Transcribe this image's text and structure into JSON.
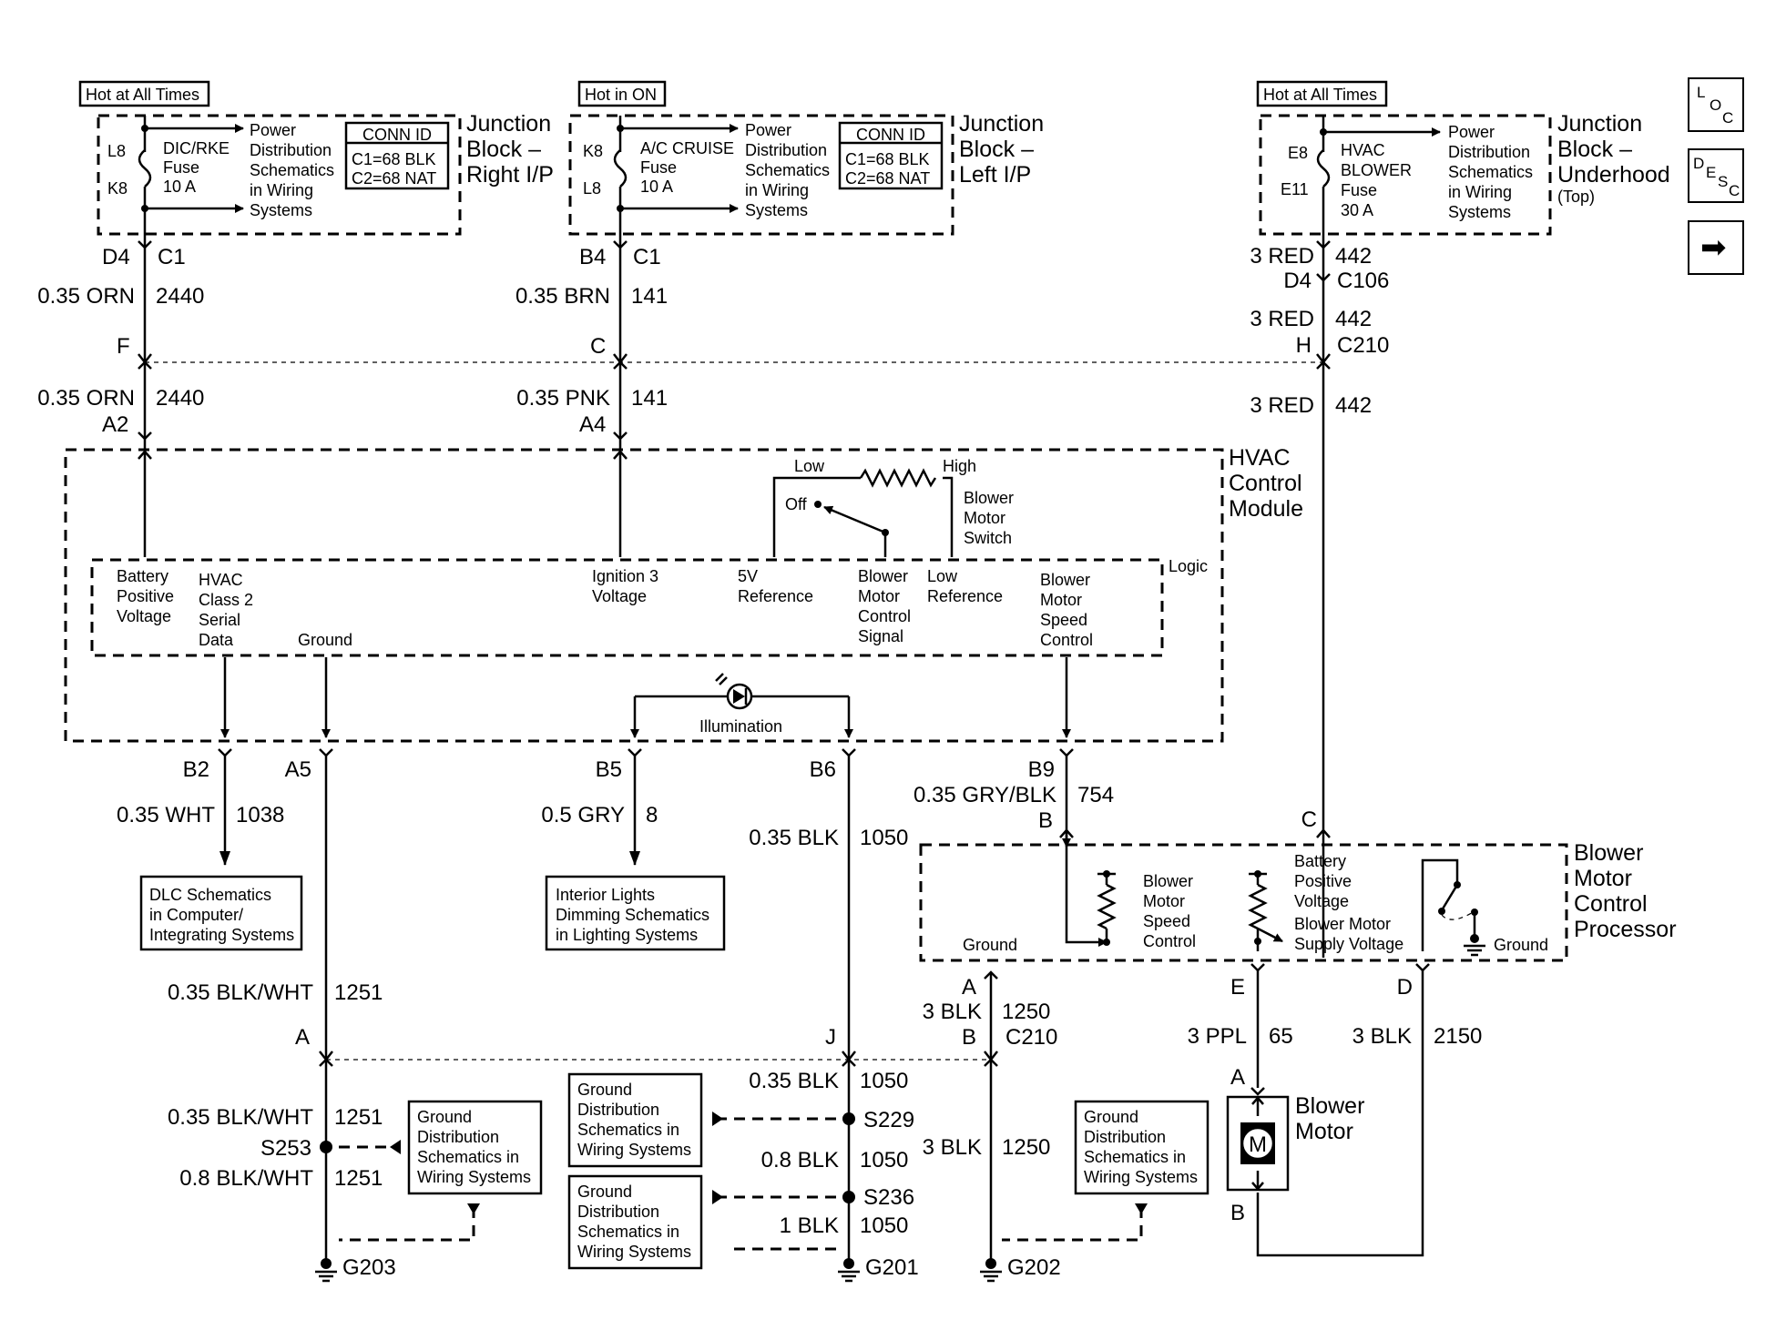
{
  "nav": {
    "loc": [
      "L",
      "O",
      "C"
    ],
    "desc": [
      "D",
      "E",
      "S",
      "C"
    ],
    "arrow": "➡"
  },
  "hot": {
    "left": "Hot at All Times",
    "mid": "Hot in ON",
    "right": "Hot at All Times"
  },
  "jb1": {
    "title": [
      "Junction",
      "Block –",
      "Right I/P"
    ],
    "pin_top": "L8",
    "pin_bot": "K8",
    "fuse": [
      "DIC/RKE",
      "Fuse",
      "10 A"
    ],
    "pds": [
      "Power",
      "Distribution",
      "Schematics",
      "in Wiring",
      "Systems"
    ],
    "conn": [
      "CONN ID",
      "C1=68 BLK",
      "C2=68 NAT"
    ]
  },
  "jb2": {
    "title": [
      "Junction",
      "Block –",
      "Left I/P"
    ],
    "pin_top": "K8",
    "pin_bot": "L8",
    "fuse": [
      "A/C CRUISE",
      "Fuse",
      "10 A"
    ],
    "pds": [
      "Power",
      "Distribution",
      "Schematics",
      "in Wiring",
      "Systems"
    ],
    "conn": [
      "CONN ID",
      "C1=68 BLK",
      "C2=68 NAT"
    ]
  },
  "jb3": {
    "title": [
      "Junction",
      "Block –",
      "Underhood"
    ],
    "top": "(Top)",
    "pin_top": "E8",
    "pin_bot": "E11",
    "fuse": [
      "HVAC",
      "BLOWER",
      "Fuse",
      "30 A"
    ],
    "pds": [
      "Power",
      "Distribution",
      "Schematics",
      "in Wiring",
      "Systems"
    ]
  },
  "w1": {
    "pin": "D4",
    "conn": "C1",
    "gauge1": "0.35 ORN",
    "circ1": "2440",
    "mid_pin": "F",
    "gauge2": "0.35 ORN",
    "circ2": "2440",
    "mod_pin": "A2"
  },
  "w2": {
    "pin": "B4",
    "conn": "C1",
    "gauge1": "0.35 BRN",
    "circ1": "141",
    "mid_pin": "C",
    "gauge2": "0.35 PNK",
    "circ2": "141",
    "mod_pin": "A4"
  },
  "w3": {
    "gauge1": "3 RED",
    "circ1": "442",
    "pin1": "D4",
    "conn1": "C106",
    "gauge2": "3 RED",
    "circ2": "442",
    "pin2": "H",
    "conn2": "C210",
    "gauge3": "3 RED",
    "circ3": "442"
  },
  "hvac": {
    "title": [
      "HVAC",
      "Control",
      "Module"
    ],
    "logic": "Logic",
    "batt": [
      "Battery",
      "Positive",
      "Voltage"
    ],
    "serial": [
      "HVAC",
      "Class 2",
      "Serial",
      "Data"
    ],
    "ground": "Ground",
    "ign": [
      "Ignition 3",
      "Voltage"
    ],
    "ref5v": [
      "5V",
      "Reference"
    ],
    "bmctl": [
      "Blower",
      "Motor",
      "Control",
      "Signal"
    ],
    "lowref": [
      "Low",
      "Reference"
    ],
    "bmspeed": [
      "Blower",
      "Motor",
      "Speed",
      "Control"
    ],
    "sw_low": "Low",
    "sw_high": "High",
    "sw_off": "Off",
    "sw_label": [
      "Blower",
      "Motor",
      "Switch"
    ],
    "illum": "Illumination"
  },
  "lower": {
    "b2": "B2",
    "a5": "A5",
    "b5": "B5",
    "b6": "B6",
    "b9": "B9",
    "wht": "0.35 WHT",
    "wht_c": "1038",
    "gry": "0.5 GRY",
    "gry_c": "8",
    "blk1": "0.35 BLK",
    "blk1_c": "1050",
    "grybl": "0.35 GRY/BLK",
    "grybl_c": "754",
    "bmcp_b": "B",
    "dlc": [
      "DLC Schematics",
      "in Computer/",
      "Integrating Systems"
    ],
    "interior": [
      "Interior Lights",
      "Dimming Schematics",
      "in Lighting Systems"
    ],
    "bw1": "0.35 BLK/WHT",
    "bw1_c": "1251",
    "pin_a": "A",
    "pin_j": "J",
    "blk2": "0.35 BLK",
    "blk2_c": "1050",
    "bw2": "0.35 BLK/WHT",
    "bw2_c": "1251",
    "s253": "S253",
    "s229": "S229",
    "s236": "S236",
    "bw3": "0.8 BLK/WHT",
    "bw3_c": "1251",
    "blk3": "0.8 BLK",
    "blk3_c": "1050",
    "blk4": "1 BLK",
    "blk4_c": "1050",
    "gd1": [
      "Ground",
      "Distribution",
      "Schematics in",
      "Wiring Systems"
    ],
    "gd2": [
      "Ground",
      "Distribution",
      "Schematics in",
      "Wiring Systems"
    ],
    "gd3": [
      "Ground",
      "Distribution",
      "Schematics in",
      "Wiring Systems"
    ],
    "gd4": [
      "Ground",
      "Distribution",
      "Schematics in",
      "Wiring Systems"
    ],
    "g203": "G203",
    "g201": "G201",
    "g202": "G202",
    "pa2": "A",
    "blk5": "3 BLK",
    "blk5_c": "1250",
    "pb2": "B",
    "c210": "C210",
    "blk6": "3 BLK",
    "blk6_c": "1250"
  },
  "bmcp": {
    "title": [
      "Blower",
      "Motor",
      "Control",
      "Processor"
    ],
    "pin_c": "C",
    "speed": [
      "Blower",
      "Motor",
      "Speed",
      "Control"
    ],
    "batt": [
      "Battery",
      "Positive",
      "Voltage"
    ],
    "supply": [
      "Blower Motor",
      "Supply Voltage"
    ],
    "ground_l": "Ground",
    "ground_r": "Ground",
    "pin_a": "A",
    "pin_e": "E",
    "pin_d": "D",
    "ppl": "3 PPL",
    "ppl_c": "65",
    "blk": "3 BLK",
    "blk_c": "2150"
  },
  "motor": {
    "title": [
      "Blower",
      "Motor"
    ],
    "m": "M",
    "pin_a": "A",
    "pin_b": "B"
  }
}
